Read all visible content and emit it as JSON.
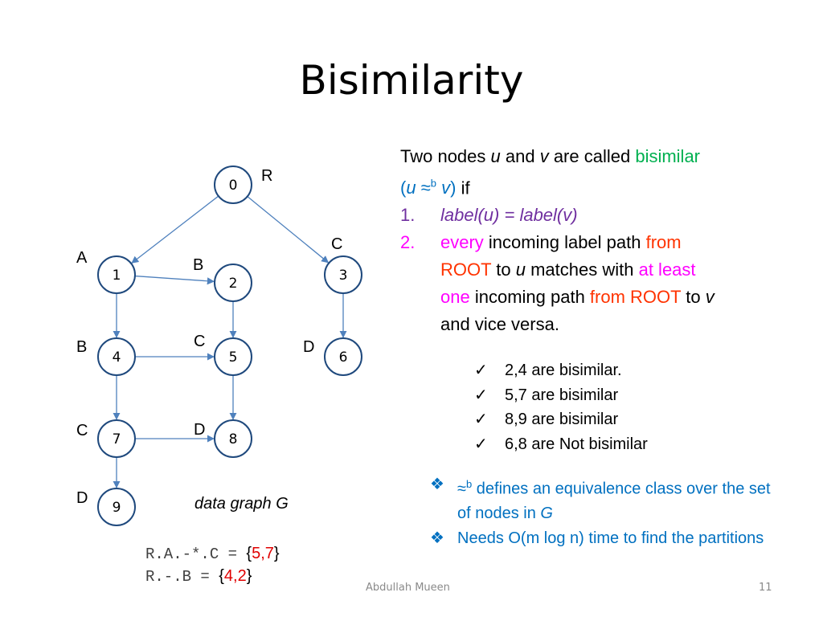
{
  "title": "Bisimilarity",
  "graph": {
    "nodes": [
      {
        "id": "0",
        "label": "R"
      },
      {
        "id": "1",
        "label": "A"
      },
      {
        "id": "2",
        "label": "B"
      },
      {
        "id": "3",
        "label": "C"
      },
      {
        "id": "4",
        "label": "B"
      },
      {
        "id": "5",
        "label": "C"
      },
      {
        "id": "6",
        "label": "D"
      },
      {
        "id": "7",
        "label": "C"
      },
      {
        "id": "8",
        "label": "D"
      },
      {
        "id": "9",
        "label": "D"
      }
    ],
    "edges": [
      {
        "from": "0",
        "to": "1"
      },
      {
        "from": "0",
        "to": "3"
      },
      {
        "from": "1",
        "to": "2"
      },
      {
        "from": "1",
        "to": "4"
      },
      {
        "from": "2",
        "to": "5"
      },
      {
        "from": "3",
        "to": "6"
      },
      {
        "from": "4",
        "to": "5"
      },
      {
        "from": "4",
        "to": "7"
      },
      {
        "from": "5",
        "to": "8"
      },
      {
        "from": "7",
        "to": "8"
      },
      {
        "from": "7",
        "to": "9"
      }
    ],
    "caption": "data graph G",
    "node_stroke": "#1f497d",
    "edge_color": "#4f81bd"
  },
  "queries": [
    {
      "expr": "R.A.-*.C = ",
      "open": "{",
      "value": "5,7",
      "close": "}"
    },
    {
      "expr": "R.-.B = ",
      "open": "{",
      "value": "4,2",
      "close": "}"
    }
  ],
  "definition": {
    "line1_a": "Two nodes ",
    "u": "u",
    "line1_b": " and ",
    "v": "v",
    "line1_c": " are called ",
    "bisimilar": "bisimilar",
    "notation_open": "(",
    "notation_u": "u",
    "notation_rel": " ≈",
    "notation_sup": "b",
    "notation_v": " v",
    "notation_close": ")",
    "if": " if",
    "item1_num": "1.",
    "item1_text": "label(u) = label(v)",
    "item2_num": "2.",
    "every": "every",
    "item2_a": " incoming label path ",
    "from1": "from",
    "root1": "ROOT",
    "item2_to": " to ",
    "item2_u": "u",
    "item2_b": " matches with ",
    "at_least": "at least",
    "one": "one",
    "item2_c": " incoming path ",
    "from_root": "from ROOT",
    "item2_to2": " to ",
    "item2_v": "v",
    "item2_d": "and vice versa."
  },
  "checks": {
    "mark": "✓",
    "items": [
      "2,4 are bisimilar.",
      "5,7 are bisimilar",
      "8,9 are bisimilar",
      "6,8 are Not bisimilar"
    ]
  },
  "notes": {
    "mark": "❖",
    "n1_rel": "≈",
    "n1_sup": "b",
    "n1_a": " defines an equivalence class over the set of nodes in ",
    "n1_g": "G",
    "n2": "Needs O(m log n) time to find the partitions"
  },
  "footer": {
    "author": "Abdullah Mueen",
    "page": "11"
  }
}
